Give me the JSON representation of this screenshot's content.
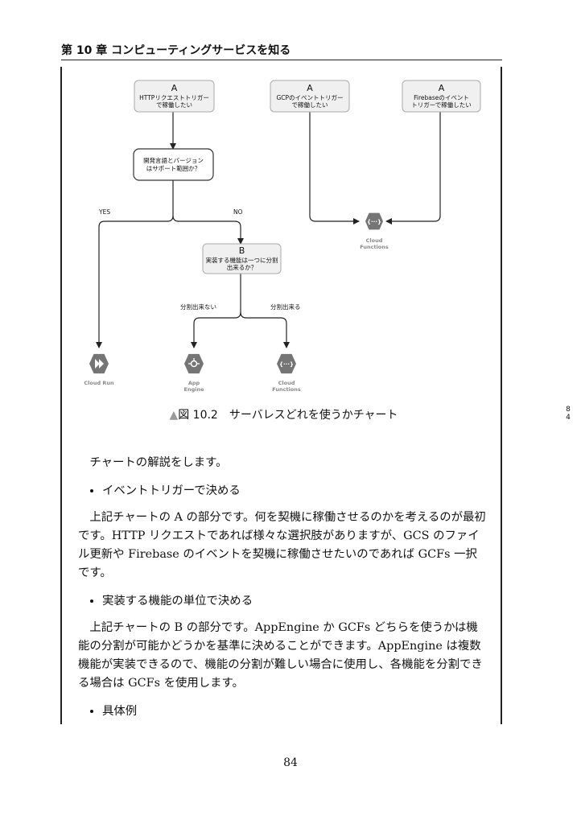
{
  "header": {
    "title": "第 10 章 コンピューティングサービスを知る"
  },
  "margin_note": [
    "8",
    "4"
  ],
  "flowchart": {
    "nodes": {
      "http": {
        "letter": "A",
        "lines": [
          "HTTPリクエストトリガー",
          "で稼働したい"
        ]
      },
      "gcp": {
        "letter": "A",
        "lines": [
          "GCPのイベントトリガー",
          "で稼働したい"
        ]
      },
      "firebase": {
        "letter": "A",
        "lines": [
          "Firebaseのイベント",
          "トリガーで稼働したい"
        ]
      },
      "lang": {
        "lines": [
          "開発言語とバージョン",
          "はサポート範囲か？"
        ]
      },
      "split": {
        "letter": "B",
        "lines": [
          "実装する機能は一つに分割",
          "出来るか？"
        ]
      }
    },
    "edges": {
      "yes": "YES",
      "no": "NO",
      "cannot_split": "分割出来ない",
      "can_split": "分割出来る"
    },
    "services": {
      "cloud_run": {
        "lines": [
          "Cloud Run"
        ]
      },
      "app_engine": {
        "lines": [
          "App",
          "Engine"
        ]
      },
      "cloud_functions_b": {
        "lines": [
          "Cloud",
          "Functions"
        ]
      },
      "cloud_functions_a": {
        "lines": [
          "Cloud",
          "Functions"
        ]
      }
    }
  },
  "caption": {
    "marker": "▲",
    "text": "図 10.2　サーバレスどれを使うかチャート"
  },
  "body": {
    "intro": "チャートの解説をします。",
    "bullet1": "イベントトリガーで決める",
    "para1": "上記チャートの A の部分です。何を契機に稼働させるのかを考えるのが最初です。HTTP リクエストであれば様々な選択肢がありますが、GCS のファイル更新や Firebase のイベントを契機に稼働させたいのであれば GCFs 一択です。",
    "bullet2": "実装する機能の単位で決める",
    "para2": "上記チャートの B の部分です。AppEngine か GCFs どちらを使うかは機能の分割が可能かどうかを基準に決めることができます。AppEngine は複数機能が実装できるので、機能の分割が難しい場合に使用し、各機能を分割できる場合は GCFs を使用します。",
    "bullet3": "具体例"
  },
  "page_number": "84"
}
